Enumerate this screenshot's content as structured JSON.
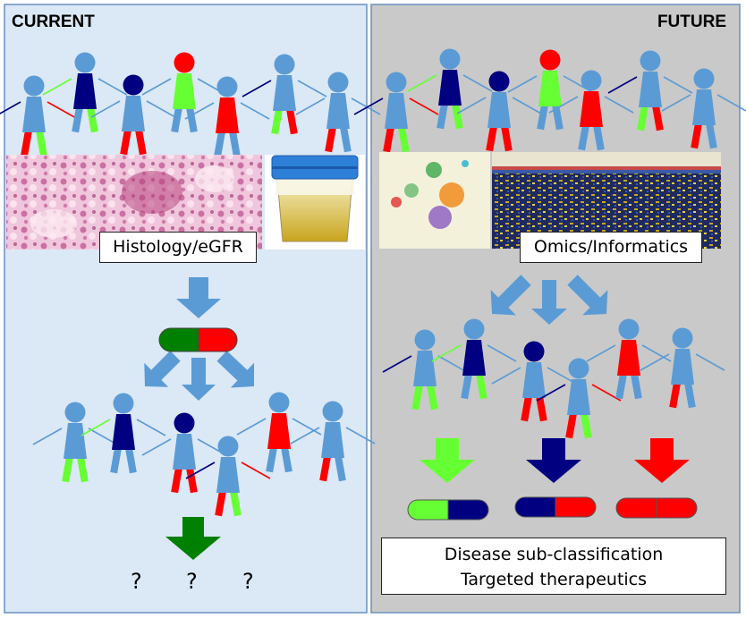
{
  "current": {
    "title": "CURRENT",
    "method_label": "Histology/eGFR",
    "result_marks": [
      "?",
      "?",
      "?"
    ]
  },
  "future": {
    "title": "FUTURE",
    "method_label": "Omics/Informatics",
    "outcome_lines": [
      "Disease sub-classification",
      "Targeted therapeutics"
    ]
  },
  "colors": {
    "current_bg": "#dbe8f5",
    "future_bg": "#c9c9c9",
    "person_blue": "#5b9bd5",
    "accent_red": "#ff0000",
    "accent_green": "#66ff33",
    "accent_navy": "#000080",
    "arrow_dark_green": "#008000"
  }
}
